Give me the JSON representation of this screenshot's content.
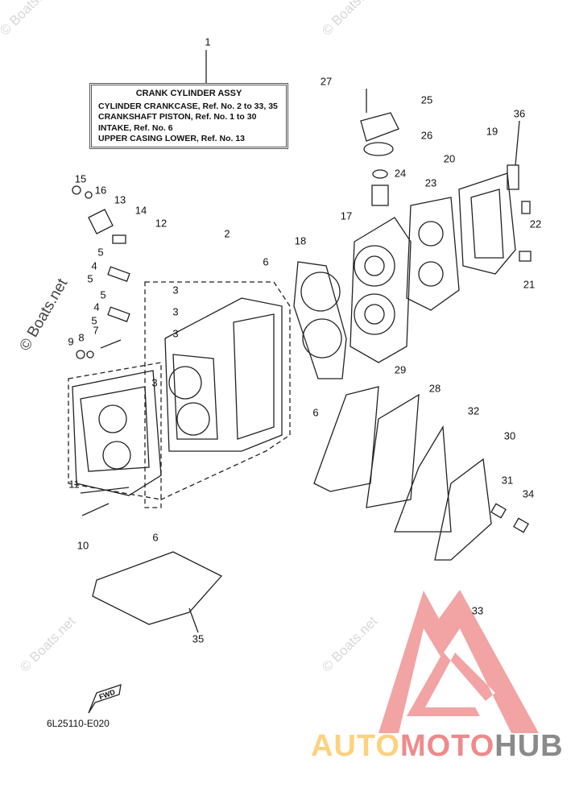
{
  "title_box": {
    "heading": "CRANK CYLINDER ASSY",
    "lines": [
      "CYLINDER CRANKCASE, Ref. No. 2 to 33, 35",
      "CRANKSHAFT PISTON, Ref. No. 1 to 30",
      "INTAKE, Ref. No. 6",
      "UPPER CASING LOWER,  Ref. No. 13"
    ]
  },
  "callouts": [
    "1",
    "27",
    "25",
    "26",
    "36",
    "19",
    "20",
    "24",
    "23",
    "15",
    "16",
    "13",
    "14",
    "12",
    "22",
    "17",
    "18",
    "2",
    "6",
    "5",
    "4",
    "5",
    "3",
    "3",
    "3",
    "3",
    "21",
    "5",
    "4",
    "5",
    "7",
    "9",
    "8",
    "29",
    "28",
    "6",
    "32",
    "30",
    "31",
    "34",
    "11",
    "10",
    "6",
    "35",
    "33"
  ],
  "fwd_label": "FWD",
  "diagram_code": "6L25110-E020",
  "watermark": "© Boats.net",
  "brand": {
    "part1": "AUTO",
    "part2": "MOTO",
    "part3": "HUB",
    "color1": "#fdd27e",
    "color2": "#f08a8a",
    "color3": "#8a8a8a"
  }
}
